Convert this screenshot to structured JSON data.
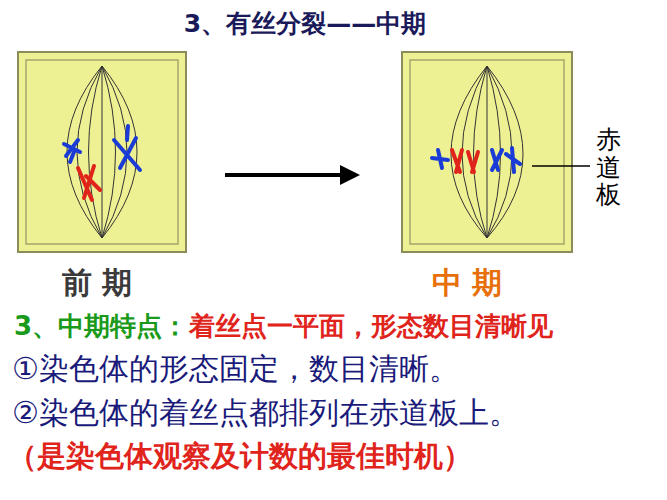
{
  "diagram": {
    "title": "3、有丝分裂——中期",
    "labels": [
      "赤道板",
      "前 期",
      "中 期",
      "3、中期特点：",
      "着丝点一平面，形态数目清晰见",
      "①染色体的形态固定，数目清晰。",
      "②染色体的着丝点都排列在赤道板上。",
      "（是染色体观察及计数的最佳时机）"
    ]
  }
}
